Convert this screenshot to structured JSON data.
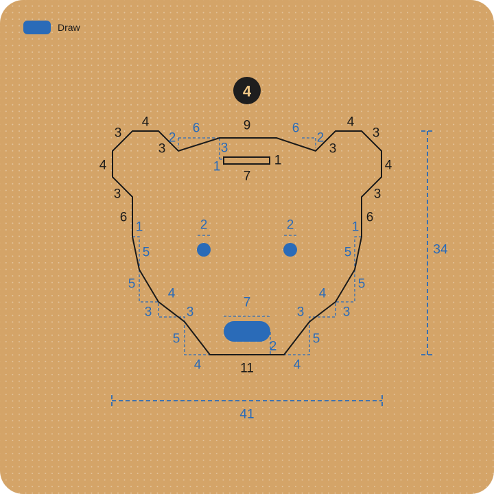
{
  "legend": {
    "label": "Draw",
    "swatch_color": "#2a6bb8"
  },
  "step": {
    "number": "4"
  },
  "colors": {
    "board": "#d4a468",
    "outline": "#1a1a1a",
    "guide": "#2a6bb8"
  },
  "outline_labels": {
    "top": "9",
    "ear_left_top": "4",
    "ear_left_outer": "3",
    "ear_left_inner": "3",
    "ear_right_top": "4",
    "ear_right_outer": "3",
    "ear_right_inner": "3",
    "side_left_upper": "4",
    "side_left_mid": "3",
    "side_left_lower": "6",
    "side_right_upper": "4",
    "side_right_mid": "3",
    "side_right_lower": "6",
    "bottom": "11",
    "slot_length": "7",
    "slot_height": "1"
  },
  "guide_labels": {
    "brow_left_len": "6",
    "brow_left_h": "2",
    "brow_right_len": "6",
    "brow_right_h": "2",
    "slot_offset_v": "3",
    "slot_offset_h": "1",
    "eye_left_gap": "2",
    "eye_right_gap": "2",
    "left_a": "1",
    "left_b": "5",
    "left_c": "5",
    "left_d": "4",
    "left_e": "3",
    "left_f": "3",
    "left_g": "5",
    "left_h": "4",
    "right_a": "1",
    "right_b": "5",
    "right_c": "5",
    "right_d": "4",
    "right_e": "3",
    "right_f": "3",
    "right_g": "5",
    "right_h": "4",
    "nose_width": "7",
    "nose_drop": "2"
  },
  "dimensions": {
    "width": "41",
    "height": "34"
  }
}
